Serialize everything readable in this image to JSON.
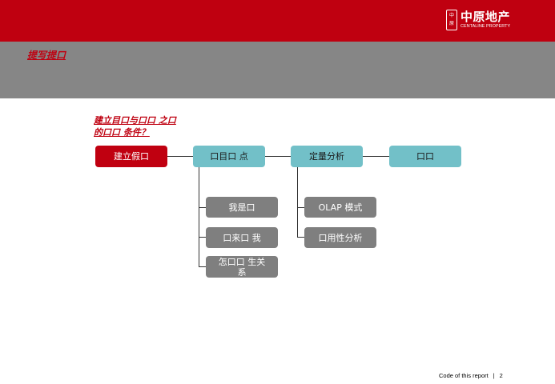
{
  "header": {
    "logo": {
      "seal_text": [
        "中",
        "原"
      ],
      "name_cn": "中原地产",
      "name_en": "CENTALINE PROPERTY"
    },
    "section_title": "提写提口"
  },
  "diagram": {
    "question_lines": [
      "建立目口与口口 之口",
      "的口口 条件？"
    ],
    "main_steps": [
      {
        "label": "建立假口",
        "style": "red"
      },
      {
        "label": "口目口 点",
        "style": "teal"
      },
      {
        "label": "定量分析",
        "style": "teal"
      },
      {
        "label": "口口",
        "style": "teal"
      }
    ],
    "branch_under_step2": [
      "我是口",
      "口来口 我",
      "怎口口 生关系"
    ],
    "branch_under_step3": [
      "OLAP 模式",
      "口用性分析"
    ]
  },
  "footer": {
    "code_text": "Code of this report",
    "separator": "|",
    "page_number": "2"
  }
}
